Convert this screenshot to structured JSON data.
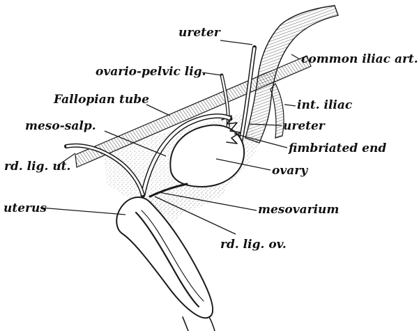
{
  "labels": {
    "ureter_top": "ureter",
    "common_iliac": "common iliac art.",
    "ovario_pelvic": "ovario-pelvic lig.",
    "int_iliac": "int. iliac",
    "fallopian": "Fallopian tube",
    "ureter_mid": "ureter",
    "meso_salp": "meso-salp.",
    "fimbriated": "fimbriated end",
    "rd_lig_ut": "rd. lig. ut.",
    "ovary": "ovary",
    "uterus": "uterus",
    "mesovarium": "mesovarium",
    "rd_lig_ov": "rd. lig. ov."
  }
}
